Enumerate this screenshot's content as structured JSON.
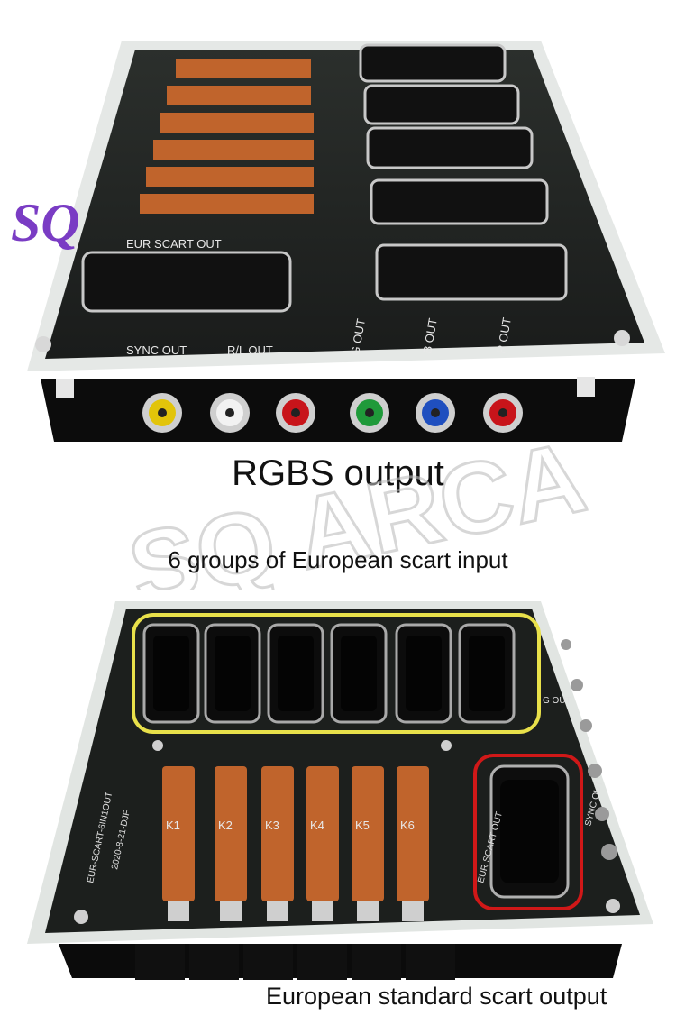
{
  "captions": {
    "top": "RGBS output",
    "middle": "6 groups of European scart input",
    "bottom": "European standard scart output"
  },
  "watermark": {
    "text": "SQ ARCADE"
  },
  "logo": {
    "text": "SQ"
  },
  "board_top": {
    "labels": {
      "eur_scart_out": "EUR SCART OUT",
      "sync_out": "SYNC OUT",
      "rl_out": "R/L OUT",
      "g_out": "G OUT",
      "b_out": "B OUT",
      "r_out": "R OUT"
    },
    "rca_colors": [
      "#e2c40a",
      "#f2f2f2",
      "#c8141a",
      "#1f9a3a",
      "#1f4fbf",
      "#c8141a"
    ]
  },
  "board_bottom": {
    "switch_labels": [
      "K1",
      "K2",
      "K3",
      "K4",
      "K5",
      "K6"
    ],
    "model_text": "EUR-SCART-6IN1OUT",
    "date_text": "2020-8-21-DJF",
    "eur_scart_out": "EUR SCART OUT",
    "side_labels": [
      "G OUT",
      "SYNC OUT"
    ],
    "highlight_colors": {
      "inputs": "#e8e04a",
      "output": "#d01818"
    }
  }
}
